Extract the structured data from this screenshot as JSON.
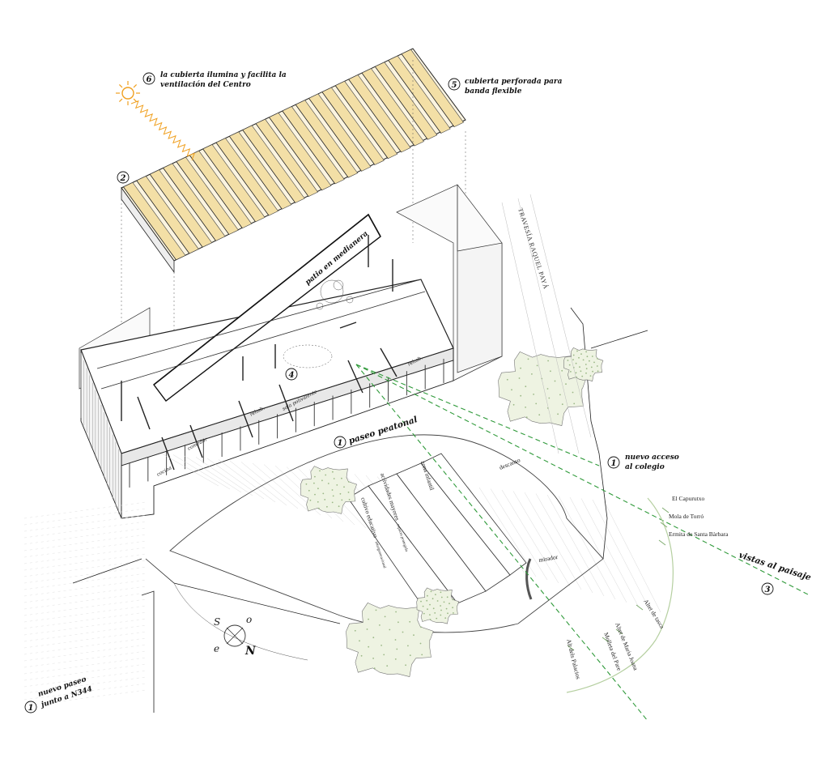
{
  "labels": {
    "c6_num": "6",
    "c6_line1": "la cubierta ilumina y facilita la",
    "c6_line2": "ventilación del Centro",
    "c5_num": "5",
    "c5_line1": "cubierta perforada para",
    "c5_line2": "banda flexible",
    "c2_num": "2",
    "patio": "patio en medianera",
    "traves": "TRAVESÍA RAQUEL PAYÁ",
    "c4_num": "4",
    "paseo_num": "1",
    "paseo": "paseo peatonal",
    "acceso_num": "1",
    "acceso_line1": "nuevo acceso",
    "acceso_line2": "al colegio",
    "descanso": "descanso",
    "cocina": "cocina",
    "comedor": "comedor",
    "rehab1": "rehab.",
    "rehab2": "rehab.",
    "sala": "sala polivalente",
    "act1": "actividades mayores",
    "act2": "espacio protegido",
    "zona": "zona infantil",
    "cultivo1": "cultivo educativo",
    "cultivo2": "intergeneracional",
    "mirador": "mirador",
    "v1": "El Capurutxo",
    "v2": "Mola de Torró",
    "v3": "Ermita de Santa Bàrbara",
    "v4": "Altet de tasca",
    "v5": "Altet de Maria Joana",
    "v6": "Molleta del Pare",
    "v7": "Alt dels Palacios",
    "vistas_line": "vistas al paisaje",
    "vistas_num": "3",
    "nuevo_num": "1",
    "nuevo_line1": "nuevo paseo",
    "nuevo_line2": "junto a N344",
    "compass_s": "S",
    "compass_o": "o",
    "compass_e": "e",
    "compass_n": "N"
  },
  "colors": {
    "roof_slat": "#f3dfa6",
    "sun": "#f0a020",
    "view_line": "#2f9a3a"
  }
}
